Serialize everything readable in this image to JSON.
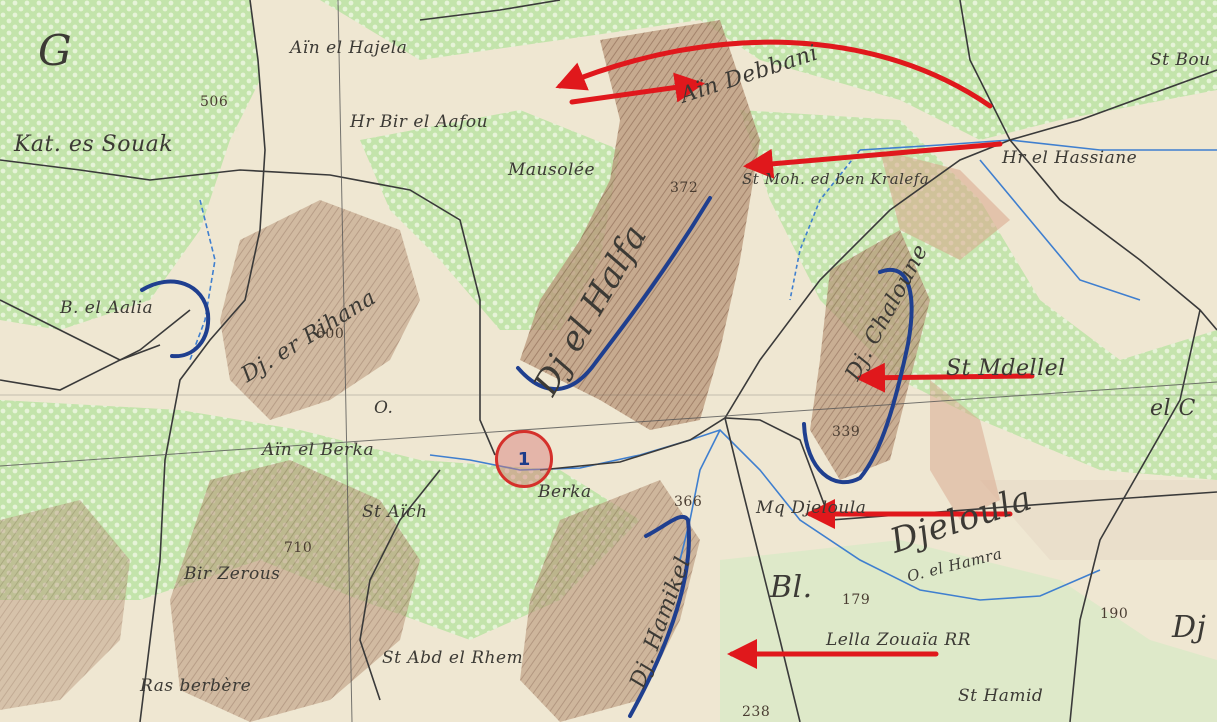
{
  "map": {
    "sheet_letter": "G",
    "labels": {
      "kat_es_souak": "Kat. es Souak",
      "ain_el_hajela": "Aïn el Hajela",
      "hr_bir_el_aafou": "Hr Bir el Aafou",
      "mausolee": "Mausolée",
      "dj_el_halfa": "Dj. el Halfa",
      "dj_el_halfa_heading": "Dj el Halfa",
      "ain_el_debbani": "Aïn Debbani",
      "hr_el_hassiane": "Hr el Hassiane",
      "sidi_bou": "St Bou",
      "si_moh_ben_kralefa": "St Moh. ed ben Kralefa",
      "dj_chaloune": "Dj. Chaloune",
      "sidi_mdellel": "St Mdellel",
      "el_c": "el C",
      "dj_er_rihana": "Dj. er Rihana",
      "b_el_aalia": "B. el Aalia",
      "o_label": "O.",
      "ain_el_berka": "Aïn el Berka",
      "berka": "Berka",
      "sidi_aich": "St Aïch",
      "bir_zerous": "Bir Zerous",
      "dj_hamikel": "Dj. Hamikel",
      "djeloula_mosque": "Mq Djeloula",
      "djeloula": "Djeloula",
      "bl": "Bl.",
      "dj_right": "Dj",
      "o_el_hamra": "O. el Hamra",
      "lella_zouaia": "Lella Zouaïa RR",
      "sidi_abd_el_rhem": "St Abd el Rhem",
      "sidi_hamid": "St Hamid",
      "ras_berbere": "Ras berbère"
    },
    "elevations": {
      "e506": "506",
      "e372": "372",
      "e600": "600",
      "e339": "339",
      "e366": "366",
      "e710": "710",
      "e179": "179",
      "e190": "190",
      "e238": "238"
    },
    "battle_marker": "1",
    "colors": {
      "paper": "#efe7d2",
      "forest": "#bfe0a6",
      "hill_brown": "#a37d5e",
      "roads": "#3a3a3a",
      "river": "#3f7fcf",
      "arrow_red": "#e0181c",
      "troop_blue": "#1f3f8f"
    }
  }
}
